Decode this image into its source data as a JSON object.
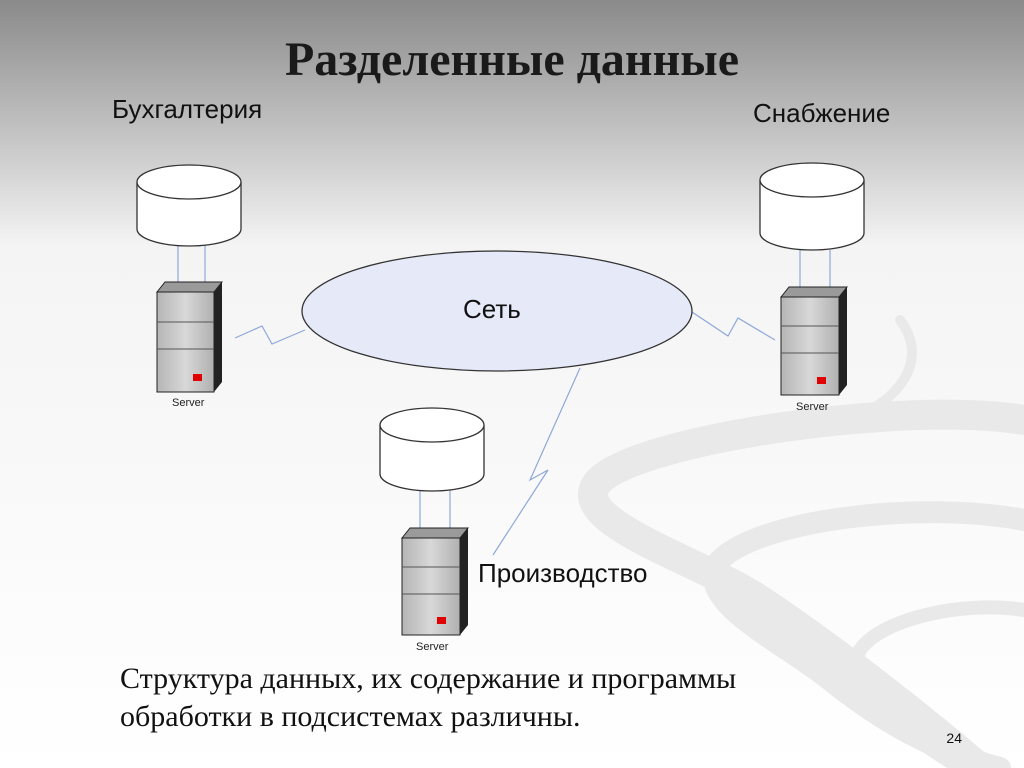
{
  "slide": {
    "title": "Разделенные данные",
    "caption_line1": "Структура данных, их содержание и программы",
    "caption_line2": "обработки в подсистемах различны.",
    "page_number": "24"
  },
  "nodes": {
    "accounting": {
      "label": "Бухгалтерия",
      "server_label": "Server"
    },
    "supply": {
      "label": "Снабжение",
      "server_label": "Server"
    },
    "production": {
      "label": "Производство",
      "server_label": "Server"
    }
  },
  "network": {
    "label": "Сеть"
  },
  "colors": {
    "ellipse_fill": "#e6e9f7",
    "link_line": "#8fa8d8",
    "server_body": "#c8c8c8",
    "server_led": "#e00000"
  }
}
